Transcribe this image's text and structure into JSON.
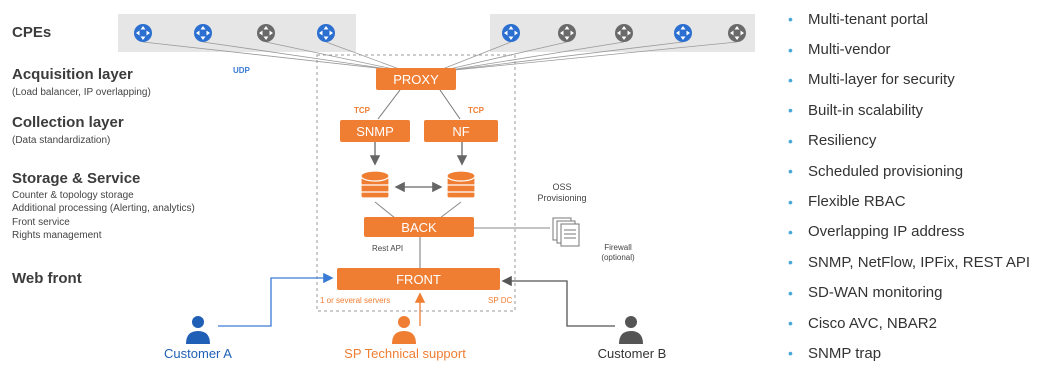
{
  "layers": {
    "cpes": "CPEs",
    "acquisition": {
      "title": "Acquisition layer",
      "sub": "(Load balancer, IP overlapping)"
    },
    "collection": {
      "title": "Collection layer",
      "sub": "(Data standardization)"
    },
    "storage": {
      "title": "Storage & Service",
      "lines": [
        "Counter & topology storage",
        "Additional processing (Alerting, analytics)",
        "Front service",
        "Rights management"
      ]
    },
    "web": {
      "title": "Web front"
    }
  },
  "boxes": {
    "proxy": "PROXY",
    "snmp": "SNMP",
    "nf": "NF",
    "back": "BACK",
    "front": "FRONT"
  },
  "labels": {
    "udp": "UDP",
    "tcp_left": "TCP",
    "tcp_right": "TCP",
    "rest_api": "Rest API",
    "oss_line1": "OSS",
    "oss_line2": "Provisioning",
    "firewall_line1": "Firewall",
    "firewall_line2": "(optional)",
    "servers": "1 or several servers",
    "sp_dc": "SP DC"
  },
  "people": {
    "a": "Customer A",
    "sp": "SP Technical support",
    "b": "Customer B"
  },
  "features": [
    "Multi-tenant portal",
    "Multi-vendor",
    "Multi-layer for security",
    "Built-in scalability",
    "Resiliency",
    "Scheduled provisioning",
    "Flexible RBAC",
    "Overlapping IP address",
    "SNMP, NetFlow, IPFix, REST API",
    "SD-WAN monitoring",
    "Cisco AVC, NBAR2",
    "SNMP trap"
  ],
  "colors": {
    "orange": "#ef7d32",
    "blue": "#3a7bd5",
    "dark": "#555555",
    "bullet": "#4aa8d8"
  },
  "icons": {
    "router": "router-icon",
    "database": "database-icon",
    "document": "document-stack-icon",
    "person": "person-icon"
  }
}
